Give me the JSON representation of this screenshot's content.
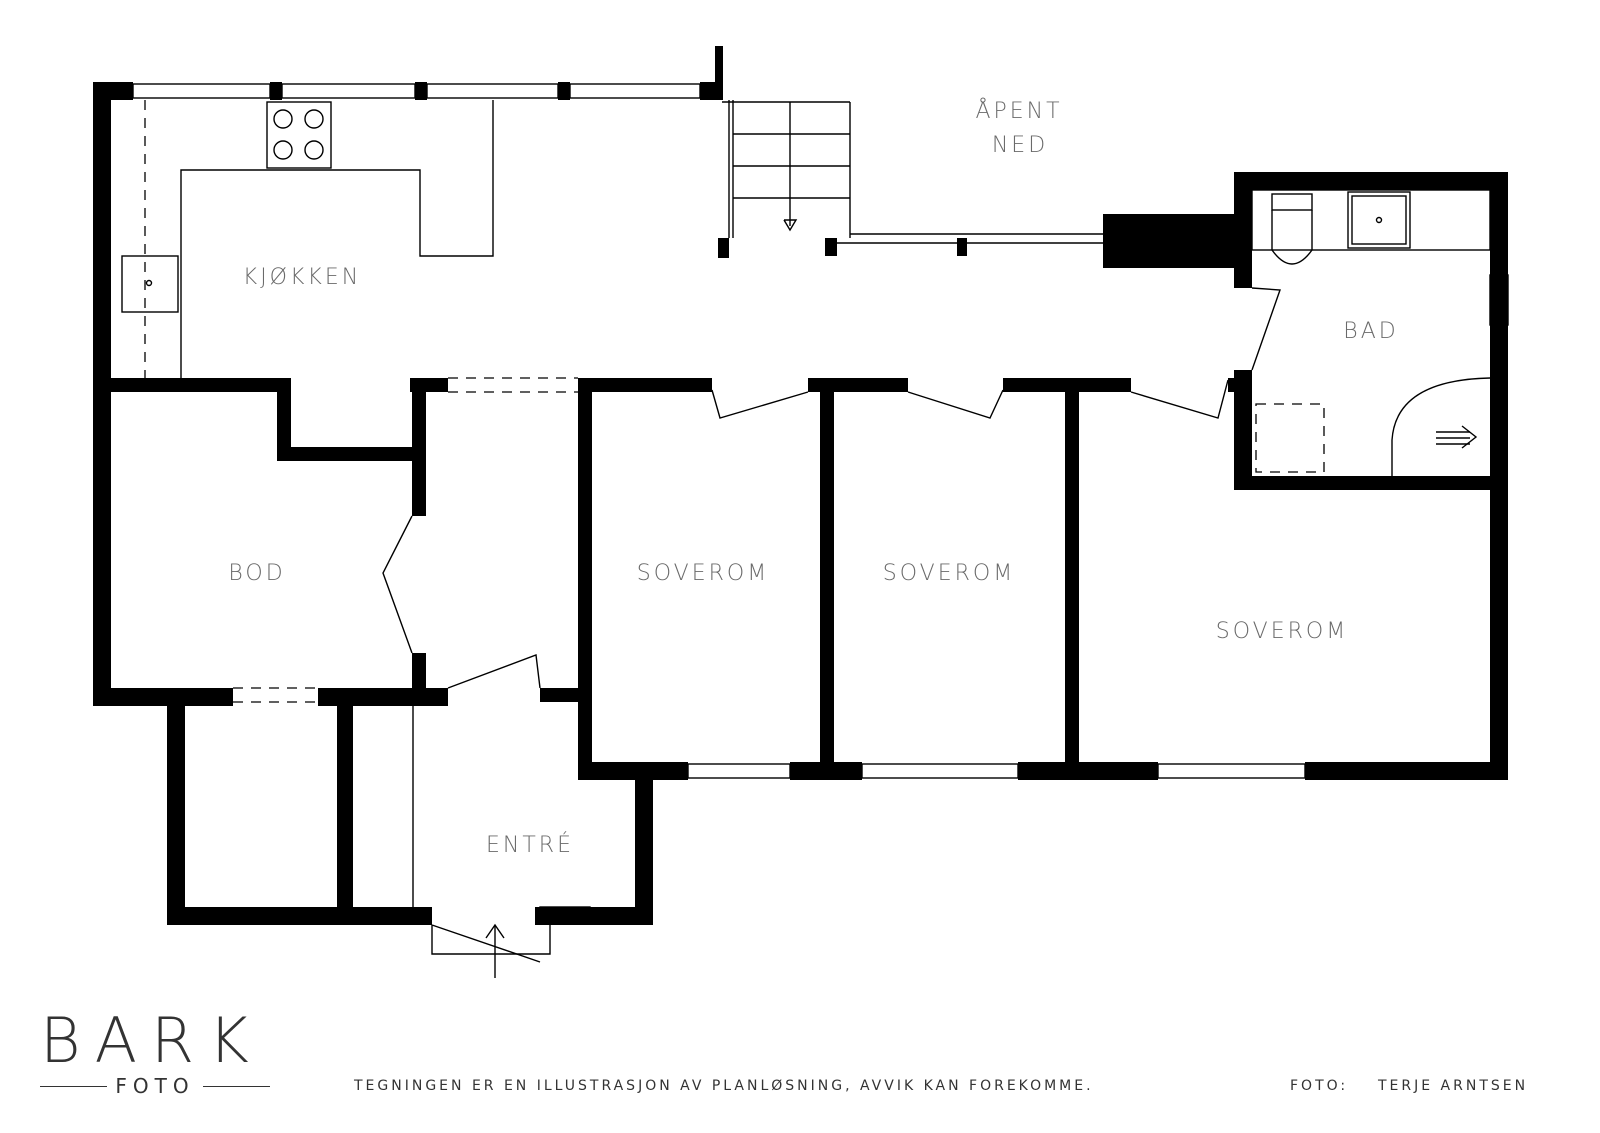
{
  "rooms": {
    "kitchen": "KJØKKEN",
    "open_below": [
      "ÅPENT",
      "NED"
    ],
    "bath": "BAD",
    "storage": "BOD",
    "bedroom_1": "SOVEROM",
    "bedroom_2": "SOVEROM",
    "bedroom_3": "SOVEROM",
    "entrance": "ENTRÉ"
  },
  "branding": {
    "name": "BARK",
    "sub": "FOTO"
  },
  "footer": {
    "disclaimer": "TEGNINGEN ER EN ILLUSTRASJON AV PLANLØSNING, AVVIK KAN FOREKOMME.",
    "photo_label": "FOTO:",
    "photographer": "TERJE ARNTSEN"
  }
}
